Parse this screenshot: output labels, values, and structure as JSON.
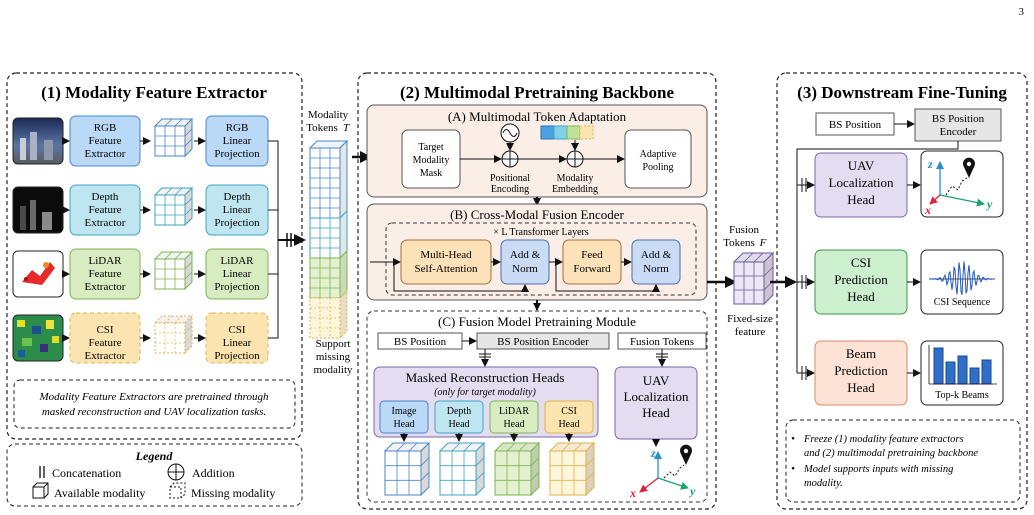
{
  "page_number": "3",
  "colors": {
    "rgb": "#b9d9f7",
    "rgb_stroke": "#4a86c8",
    "depth": "#bfe6f0",
    "depth_stroke": "#3ea3c4",
    "lidar": "#d8ecc1",
    "lidar_stroke": "#7eb453",
    "csi": "#fbe4b0",
    "csi_stroke": "#e0b24a",
    "peach": "#fbeee6",
    "purple": "#e4dcf0",
    "green": "#ccefce",
    "salmon": "#fde3d6"
  },
  "panel1": {
    "title": "(1) Modality Feature Extractor",
    "extractors": [
      {
        "line1": "RGB",
        "line2": "Feature",
        "line3": "Extractor"
      },
      {
        "line1": "Depth",
        "line2": "Feature",
        "line3": "Extractor"
      },
      {
        "line1": "LiDAR",
        "line2": "Feature",
        "line3": "Extractor"
      },
      {
        "line1": "CSI",
        "line2": "Feature",
        "line3": "Extractor"
      }
    ],
    "projections": [
      {
        "line1": "RGB",
        "line2": "Linear",
        "line3": "Projection"
      },
      {
        "line1": "Depth",
        "line2": "Linear",
        "line3": "Projection"
      },
      {
        "line1": "LiDAR",
        "line2": "Linear",
        "line3": "Projection"
      },
      {
        "line1": "CSI",
        "line2": "Linear",
        "line3": "Projection"
      }
    ],
    "note_line1": "Modality Feature Extractors are pretrained through",
    "note_line2": "masked reconstruction and UAV localization tasks."
  },
  "legend": {
    "title": "Legend",
    "concat": "Concatenation",
    "addition": "Addition",
    "available": "Available modality",
    "missing": "Missing modality"
  },
  "tokens": {
    "line1": "Modality",
    "line2": "Tokens",
    "var": "T",
    "support1": "Support",
    "support2": "missing",
    "support3": "modality"
  },
  "panel2": {
    "title": "(2) Multimodal Pretraining Backbone",
    "a": {
      "title": "(A) Multimodal Token Adaptation",
      "mask1": "Target",
      "mask2": "Modality",
      "mask3": "Mask",
      "pos1": "Positional",
      "pos2": "Encoding",
      "emb1": "Modality",
      "emb2": "Embedding",
      "pool1": "Adaptive",
      "pool2": "Pooling"
    },
    "b": {
      "title": "(B) Cross-Modal Fusion Encoder",
      "layers": "× L Transformer Layers",
      "mhsa1": "Multi-Head",
      "mhsa2": "Self-Attention",
      "add1": "Add &",
      "add2": "Norm",
      "ff1": "Feed",
      "ff2": "Forward"
    },
    "c": {
      "title": "(C) Fusion Model Pretraining Module",
      "bs_position": "BS Position",
      "bs_encoder": "BS Position Encoder",
      "fusion_tokens": "Fusion Tokens",
      "masked_title": "Masked Reconstruction Heads",
      "masked_sub": "(only for target modality)",
      "heads": [
        {
          "line1": "Image",
          "line2": "Head"
        },
        {
          "line1": "Depth",
          "line2": "Head"
        },
        {
          "line1": "LiDAR",
          "line2": "Head"
        },
        {
          "line1": "CSI",
          "line2": "Head"
        }
      ],
      "uav1": "UAV",
      "uav2": "Localization",
      "uav3": "Head",
      "axis_x": "x",
      "axis_y": "y",
      "axis_z": "z"
    }
  },
  "fusion": {
    "line1": "Fusion",
    "line2": "Tokens",
    "var": "F",
    "fixed1": "Fixed-size",
    "fixed2": "feature"
  },
  "panel3": {
    "title": "(3) Downstream Fine-Tuning",
    "bs_position": "BS Position",
    "bs_encoder1": "BS Position",
    "bs_encoder2": "Encoder",
    "uav1": "UAV",
    "uav2": "Localization",
    "uav3": "Head",
    "csi1": "CSI",
    "csi2": "Prediction",
    "csi3": "Head",
    "beam1": "Beam",
    "beam2": "Prediction",
    "beam3": "Head",
    "csi_seq": "CSI Sequence",
    "topk": "Top-k Beams",
    "axis_x": "x",
    "axis_y": "y",
    "axis_z": "z",
    "bullet1a": "Freeze (1) modality feature extractors",
    "bullet1b": "and (2) multimodal pretraining backbone",
    "bullet2a": "Model supports inputs with missing",
    "bullet2b": "modality."
  }
}
